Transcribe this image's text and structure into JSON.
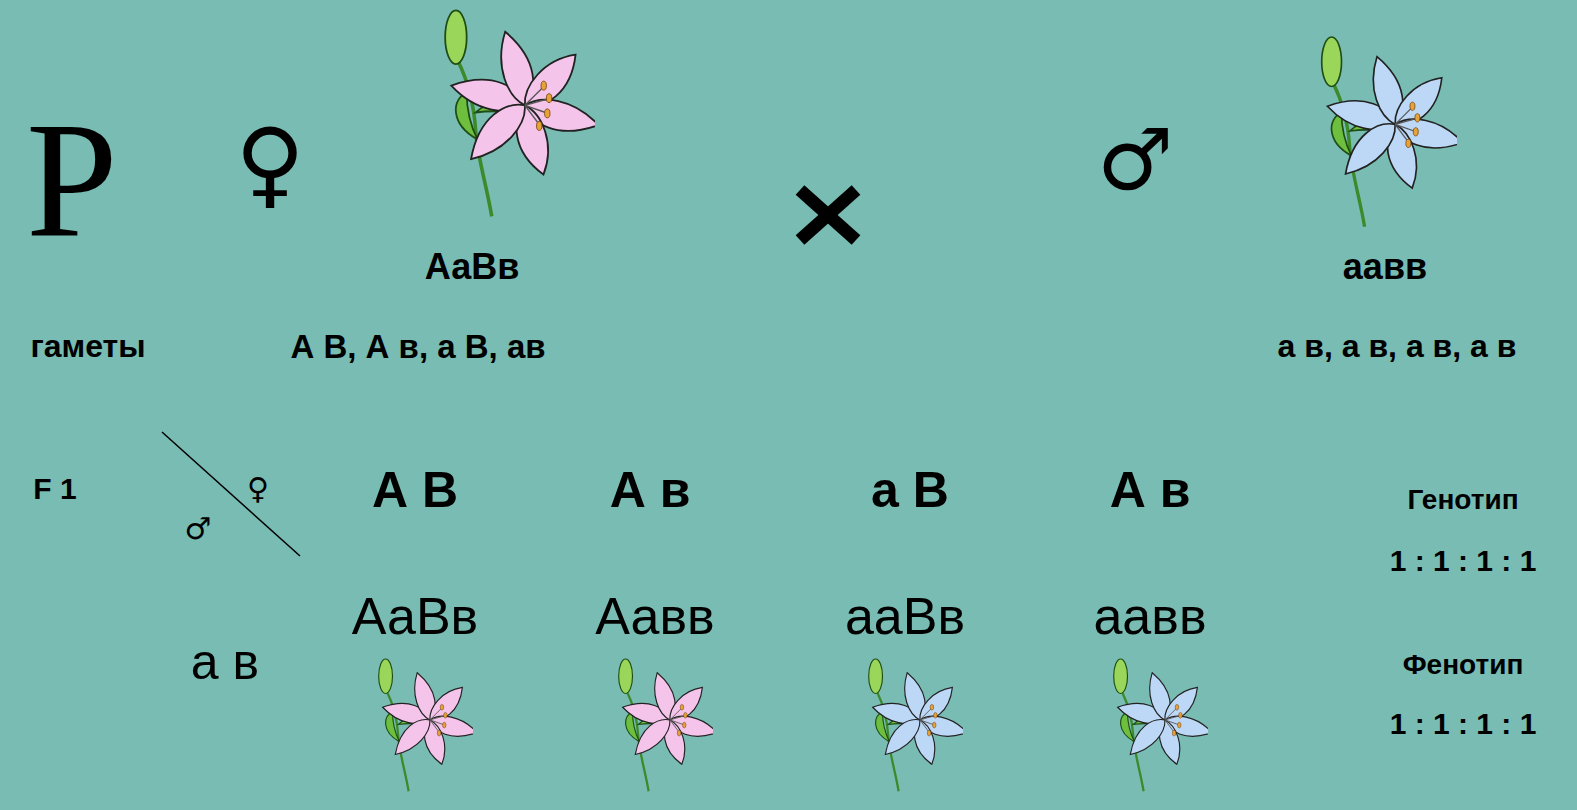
{
  "diagram": {
    "labels": [
      "P",
      "♀",
      "АаВв",
      "♂",
      "аавв",
      "гаметы",
      "А В, А в, а В, ав",
      "а в, а в, а в, а в",
      "F 1",
      "♀",
      "♂",
      "А В",
      "А в",
      "а В",
      "А в",
      "Генотип",
      "1 : 1 : 1 : 1",
      "а в",
      "АаВв",
      "Аавв",
      "ааВв",
      "аавв",
      "Фенотип",
      "1 : 1 : 1 : 1"
    ]
  }
}
